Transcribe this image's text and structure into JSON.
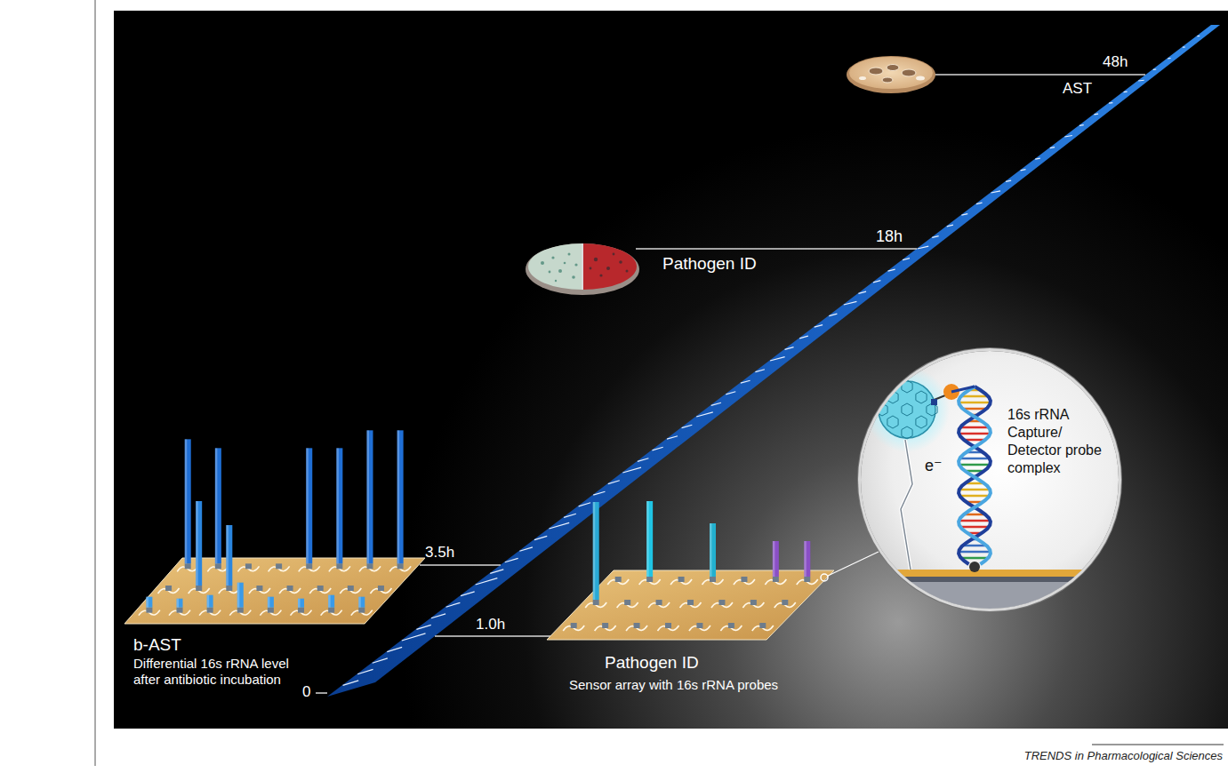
{
  "diagram": {
    "nodes": [
      {
        "text": [
          "e⁻",
          "16s rRNA Capture/ Detector probe complex"
        ]
      }
    ],
    "labels": [
      "48h",
      "AST",
      "18h",
      "Pathogen ID",
      "3.5h",
      "b-AST",
      "Differential 16s rRNA level after antibiotic incubation",
      "1.0h",
      "Pathogen ID",
      "Sensor array with 16s rRNA probes",
      "0",
      "TRENDS in Pharmacological Sciences"
    ]
  }
}
